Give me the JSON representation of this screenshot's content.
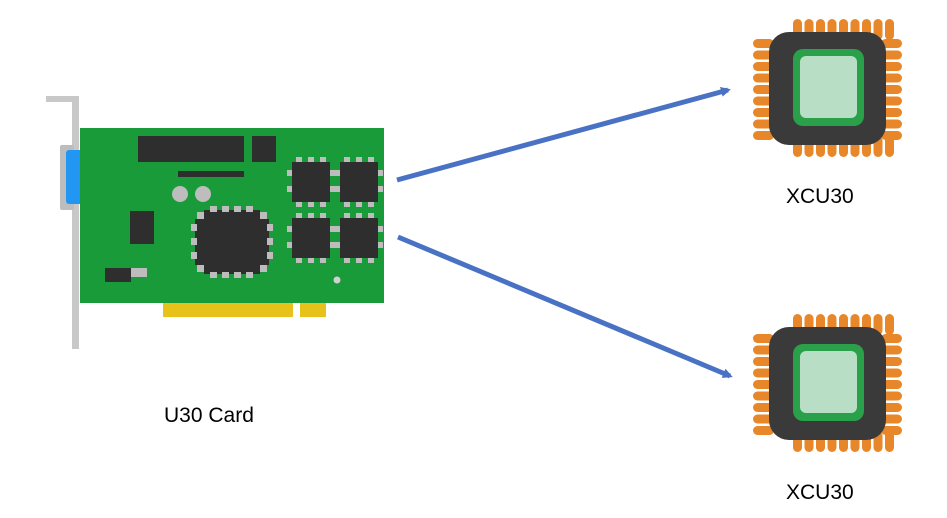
{
  "card": {
    "label": "U30 Card",
    "icon": "pci-card-icon",
    "colors": {
      "pcb": "#1a9b3a",
      "bracket": "#c8c8c8",
      "connector": "#2196f3",
      "gold": "#e6c21a",
      "chip": "#2e2e2e",
      "pin": "#bdbdbd"
    }
  },
  "chips": [
    {
      "label": "XCU30",
      "icon": "chip-icon"
    },
    {
      "label": "XCU30",
      "icon": "chip-icon"
    }
  ],
  "chip_colors": {
    "body": "#3a3a3a",
    "pin": "#e8872a",
    "ring": "#2aa04a",
    "die": "#b8dfc6"
  },
  "arrow_color": "#4a72c4"
}
